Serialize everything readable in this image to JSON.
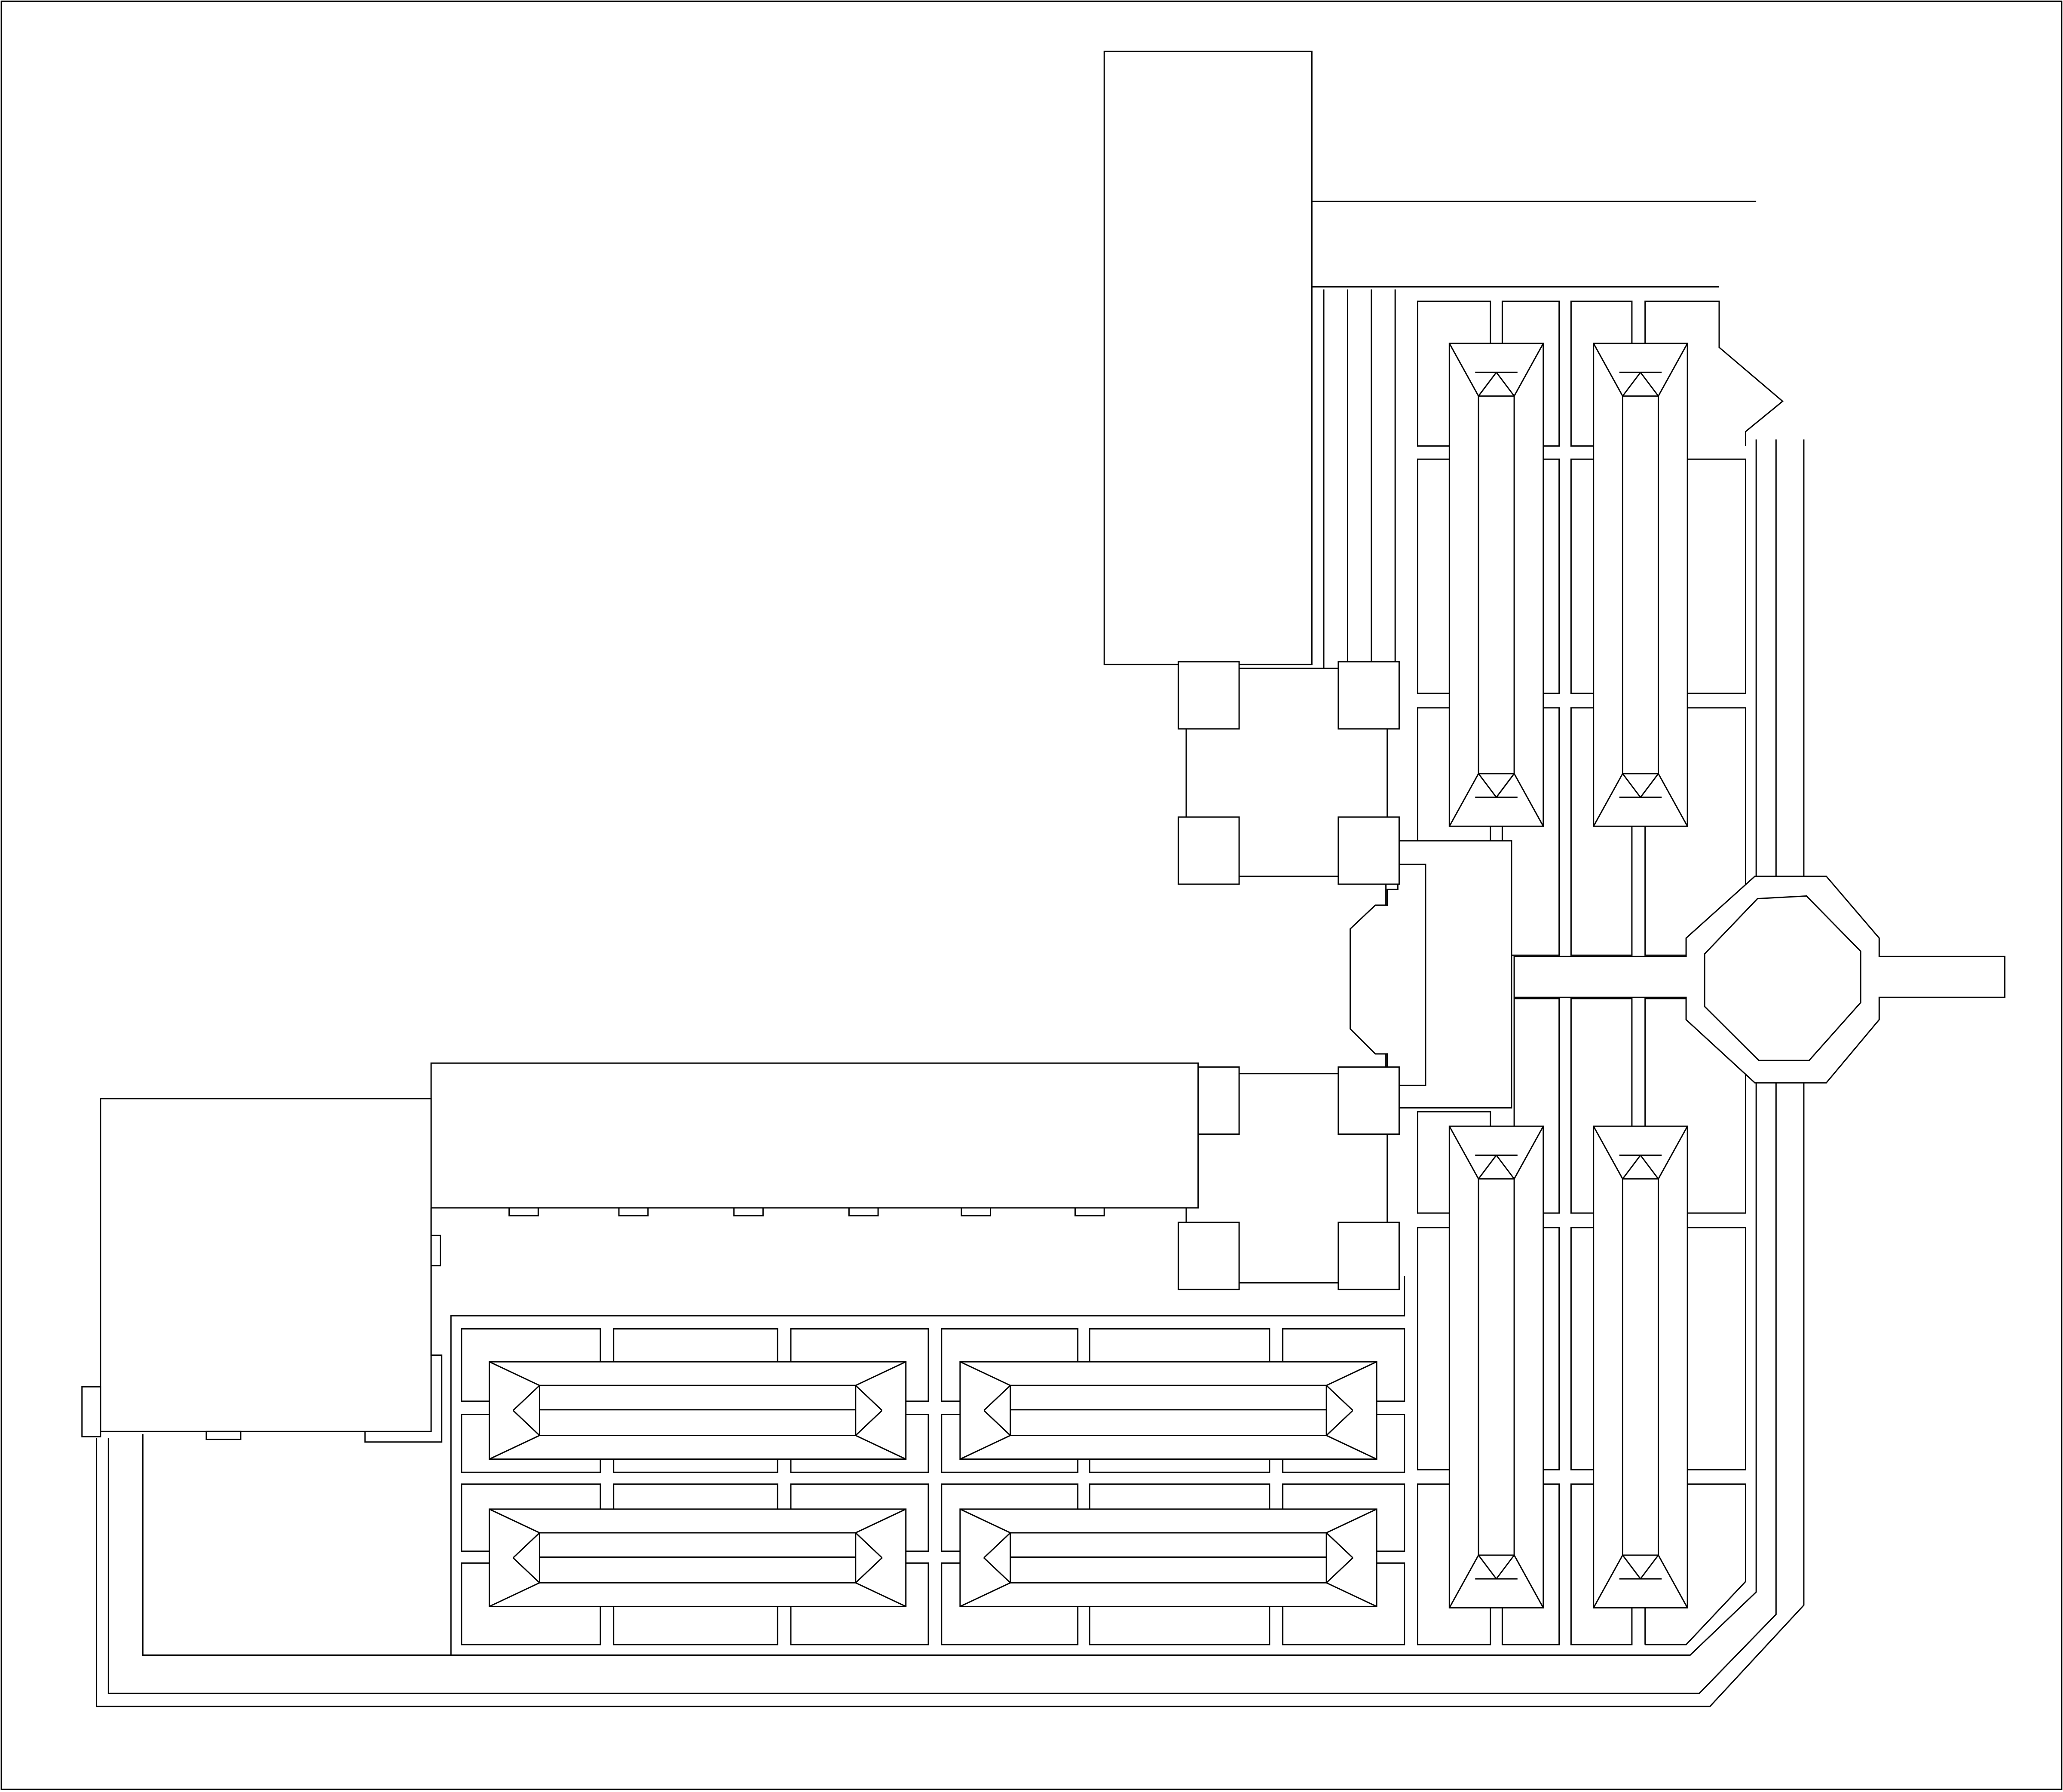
{
  "diagram": {
    "kind": "site plan line drawing",
    "colors": {
      "stroke": "#000000",
      "background": "#ffffff"
    },
    "elements": [
      "frame",
      "tall-building",
      "corner-towers",
      "central-hall",
      "l-shaped-building",
      "octagon-plaza",
      "east-road",
      "hip-roof-buildings",
      "planting-beds",
      "perimeter-roads"
    ]
  }
}
